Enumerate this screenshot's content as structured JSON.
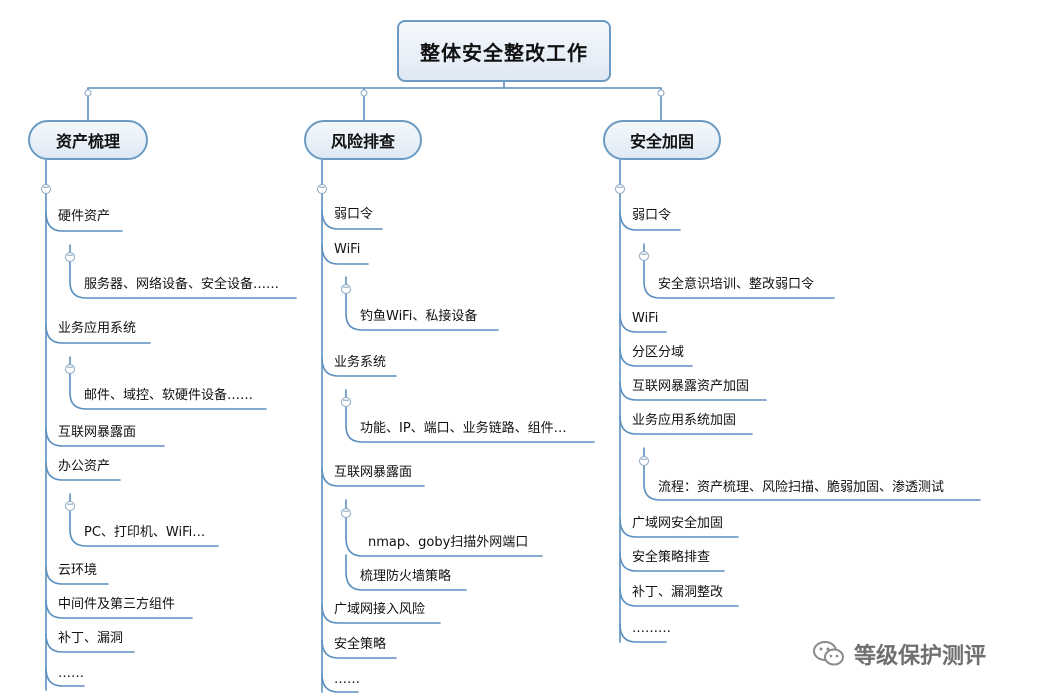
{
  "root": {
    "title": "整体安全整改工作"
  },
  "branches": [
    {
      "title": "资产梳理",
      "items": [
        "硬件资产",
        "服务器、网络设备、安全设备……",
        "业务应用系统",
        "邮件、域控、软硬件设备……",
        "互联网暴露面",
        "办公资产",
        "PC、打印机、WiFi…",
        "云环境",
        "中间件及第三方组件",
        "补丁、漏洞",
        "……"
      ]
    },
    {
      "title": "风险排查",
      "items": [
        "弱口令",
        "WiFi",
        "钓鱼WiFi、私接设备",
        "业务系统",
        "功能、IP、端口、业务链路、组件…",
        "互联网暴露面",
        "nmap、goby扫描外网端口",
        "梳理防火墙策略",
        "广域网接入风险",
        "安全策略",
        "……"
      ]
    },
    {
      "title": "安全加固",
      "items": [
        "弱口令",
        "安全意识培训、整改弱口令",
        "WiFi",
        "分区分域",
        "互联网暴露资产加固",
        "业务应用系统加固",
        "流程：资产梳理、风险扫描、脆弱加固、渗透测试",
        "广域网安全加固",
        "安全策略排查",
        "补丁、漏洞整改",
        "………"
      ]
    }
  ],
  "toggle_symbol": "−",
  "watermark": {
    "text": "等级保护测评",
    "icon": "wechat-icon"
  }
}
